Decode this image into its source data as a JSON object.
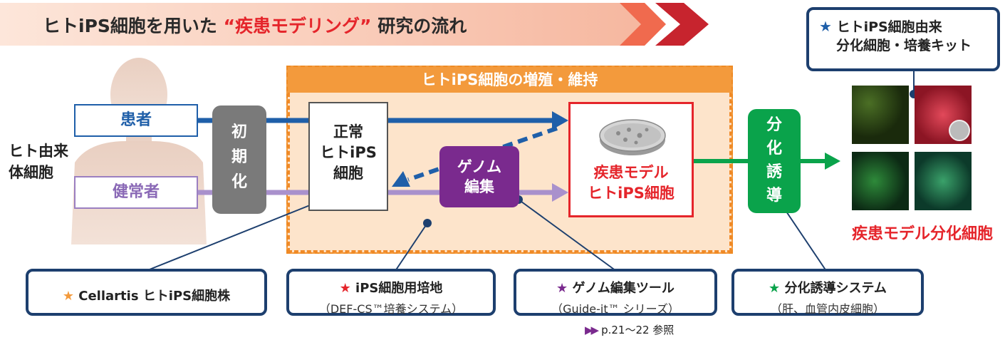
{
  "banner": {
    "title_pre": "ヒトiPS細胞を用いた ",
    "title_highlight": "“疾患モデリング”",
    "title_post": " 研究の流れ",
    "colors": {
      "highlight": "#e5252b",
      "arrow1": "#f06a4e",
      "arrow2": "#c7242e"
    }
  },
  "source": {
    "patient": "患者",
    "healthy": "健常者",
    "human_line1": "ヒト由来",
    "human_line2": "体細胞"
  },
  "reprogramming": {
    "chars": [
      "初",
      "期",
      "化"
    ]
  },
  "culture": {
    "title": "ヒトiPS細胞の増殖・維持"
  },
  "normal_ips": {
    "line1": "正常",
    "line2": "ヒトiPS",
    "line3": "細胞"
  },
  "genome_edit": {
    "line1": "ゲノム",
    "line2": "編集"
  },
  "disease_model": {
    "line1": "疾患モデル",
    "line2": "ヒトiPS細胞"
  },
  "differentiation": {
    "chars": [
      "分",
      "化",
      "誘",
      "導"
    ]
  },
  "kit_callout": {
    "star": "★",
    "line1": "ヒトiPS細胞由来",
    "line2": "分化細胞・培養キット"
  },
  "cell_caption": "疾患モデル分化細胞",
  "callouts": {
    "cellartis": {
      "star": "★",
      "main": "Cellartis ヒトiPS細胞株"
    },
    "medium": {
      "star": "★",
      "main": "iPS細胞用培地",
      "sub": "（DEF-CS™培養システム）"
    },
    "genome": {
      "star": "★",
      "main": "ゲノム編集ツール",
      "sub": "（Guide-it™ シリーズ）"
    },
    "diff": {
      "star": "★",
      "main": "分化誘導システム",
      "sub": "（肝、血管内皮細胞）"
    }
  },
  "reference": {
    "icon": "▶▶",
    "text": "p.21～22 参照"
  },
  "colors": {
    "patient_blue": "#1f5fa9",
    "healthy_purple": "#9b7fc1",
    "reprog_gray": "#7a7a7a",
    "culture_orange": "#f39a3c",
    "genome_purple": "#7a2a8e",
    "disease_red": "#e5252b",
    "diff_green": "#0aa34b",
    "callout_navy": "#1d3f6e"
  }
}
